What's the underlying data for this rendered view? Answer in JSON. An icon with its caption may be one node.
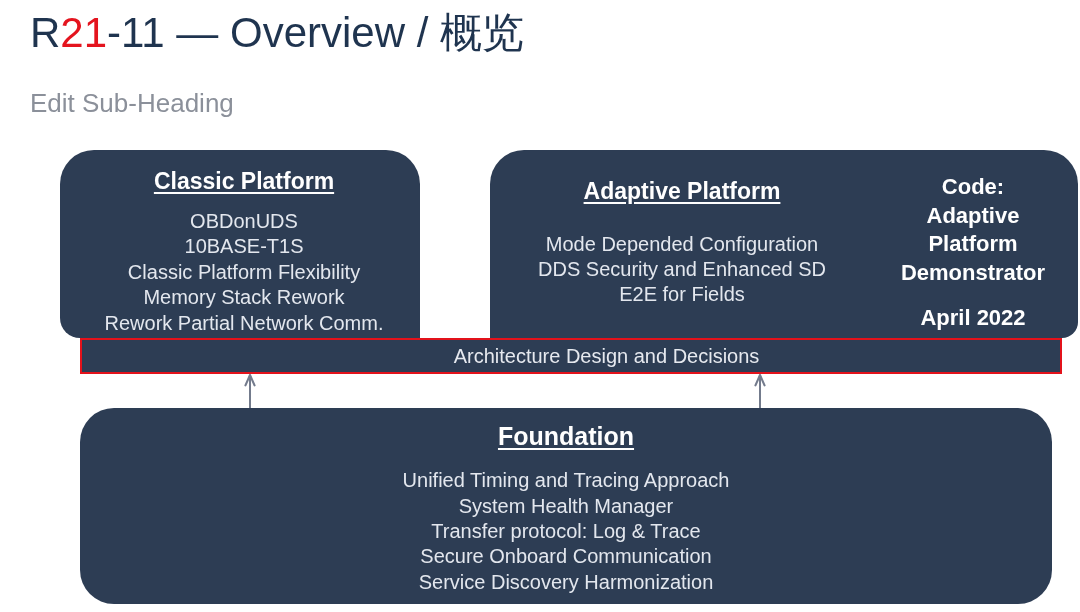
{
  "diagram": {
    "title": "R21-11 — Overview / 概览",
    "nodes": [
      {
        "text": [
          "Classic Platform",
          "OBDonUDS",
          "10BASE-T1S",
          "Classic Platform Flexibility",
          "Memory Stack Rework",
          "Rework Partial Network Comm."
        ]
      },
      {
        "text": [
          "Adaptive Platform",
          "Mode Depended Configuration",
          "DDS Security and Enhanced SD",
          "E2E for Fields",
          "Code: Adaptive Platform Demonstrator",
          "April 2022"
        ]
      },
      {
        "text": [
          "Architecture Design and Decisions"
        ]
      },
      {
        "text": [
          "Foundation",
          "Unified Timing and Tracing Approach",
          "System Health Manager",
          "Transfer protocol: Log & Trace",
          "Secure Onboard Communication",
          "Service Discovery Harmonization"
        ]
      }
    ],
    "edges": [
      {
        "from": 3,
        "to": 2,
        "arrow": "to"
      },
      {
        "from": 3,
        "to": 2,
        "arrow": "to"
      }
    ],
    "labels": [
      "Edit Sub-Heading"
    ]
  }
}
